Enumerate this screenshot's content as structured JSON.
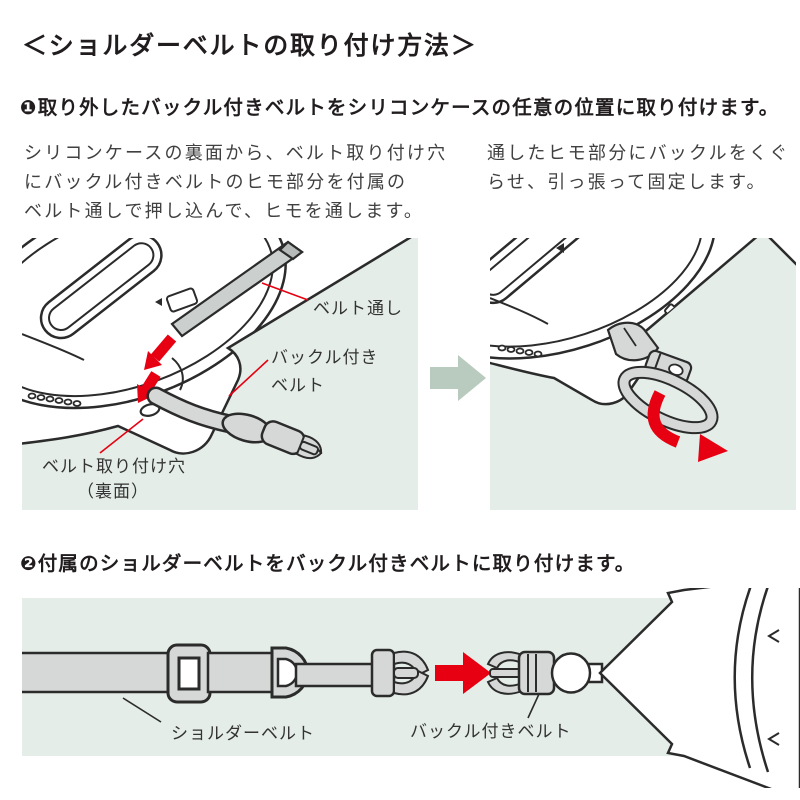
{
  "title": "＜ショルダーベルトの取り付け方法＞",
  "colors": {
    "accent_red": "#e60012",
    "panel_background": "#e4ede7",
    "next_arrow_green": "#b9cabe",
    "strap_gray": "#d5d8d6",
    "line_art_stroke": "#2b2b2b"
  },
  "step1": {
    "heading": "❶取り外したバックル付きベルトをシリコンケースの任意の位置に取り付けます。",
    "left_text": "シリコンケースの裏面から、ベルト取り付け穴\nにバックル付きベルトのヒモ部分を付属の\nベルト通しで押し込んで、ヒモを通します。",
    "right_text": "通したヒモ部分にバックルをくぐ\nらせ、引っ張って固定します。",
    "figure_before": {
      "labels": {
        "belt_threader": "ベルト通し",
        "buckle_belt_line1": "バックル付き",
        "buckle_belt_line2": "ベルト",
        "attach_hole_line1": "ベルト取り付け穴",
        "attach_hole_line2": "（裏面）"
      }
    }
  },
  "step2": {
    "heading": "❷付属のショルダーベルトをバックル付きベルトに取り付けます。",
    "figure": {
      "labels": {
        "shoulder_belt": "ショルダーベルト",
        "buckle_belt": "バックル付きベルト"
      }
    }
  }
}
